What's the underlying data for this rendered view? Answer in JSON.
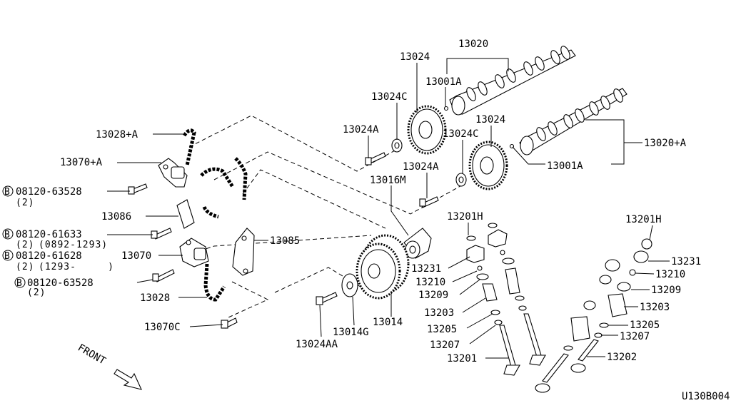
{
  "diagram_code": "U130B004",
  "front_label": "FRONT",
  "labels": {
    "p13020": "13020",
    "p13024_a": "13024",
    "p13001A_a": "13001A",
    "p13024C_a": "13024C",
    "p13024_b": "13024",
    "p13024A_a": "13024A",
    "p13024C_b": "13024C",
    "p13020A": "13020+A",
    "p13001A_b": "13001A",
    "p13028A": "13028+A",
    "p13070A": "13070+A",
    "p13024A_b": "13024A",
    "p13016M": "13016M",
    "p13086": "13086",
    "p13201H_a": "13201H",
    "p13201H_b": "13201H",
    "p13085": "13085",
    "p13070": "13070",
    "p13231_a": "13231",
    "p13231_b": "13231",
    "p13210_a": "13210",
    "p13210_b": "13210",
    "p13209_a": "13209",
    "p13209_b": "13209",
    "p13028": "13028",
    "p13203_a": "13203",
    "p13203_b": "13203",
    "p13014": "13014",
    "p13070C": "13070C",
    "p13205_a": "13205",
    "p13205_b": "13205",
    "p13014G": "13014G",
    "p13207_a": "13207",
    "p13207_b": "13207",
    "p13024AA": "13024AA",
    "p13201": "13201",
    "p13202": "13202"
  },
  "bolts": [
    {
      "marker": "B",
      "part": "08120-63528",
      "qty": "(2)",
      "range": ""
    },
    {
      "marker": "B",
      "part": "08120-61633",
      "qty": "(2)",
      "range": "(0892-1293)"
    },
    {
      "marker": "B",
      "part": "08120-61628",
      "qty": "(2)",
      "range": "(1293-     )"
    },
    {
      "marker": "B",
      "part": "08120-63528",
      "qty": "(2)",
      "range": ""
    }
  ]
}
